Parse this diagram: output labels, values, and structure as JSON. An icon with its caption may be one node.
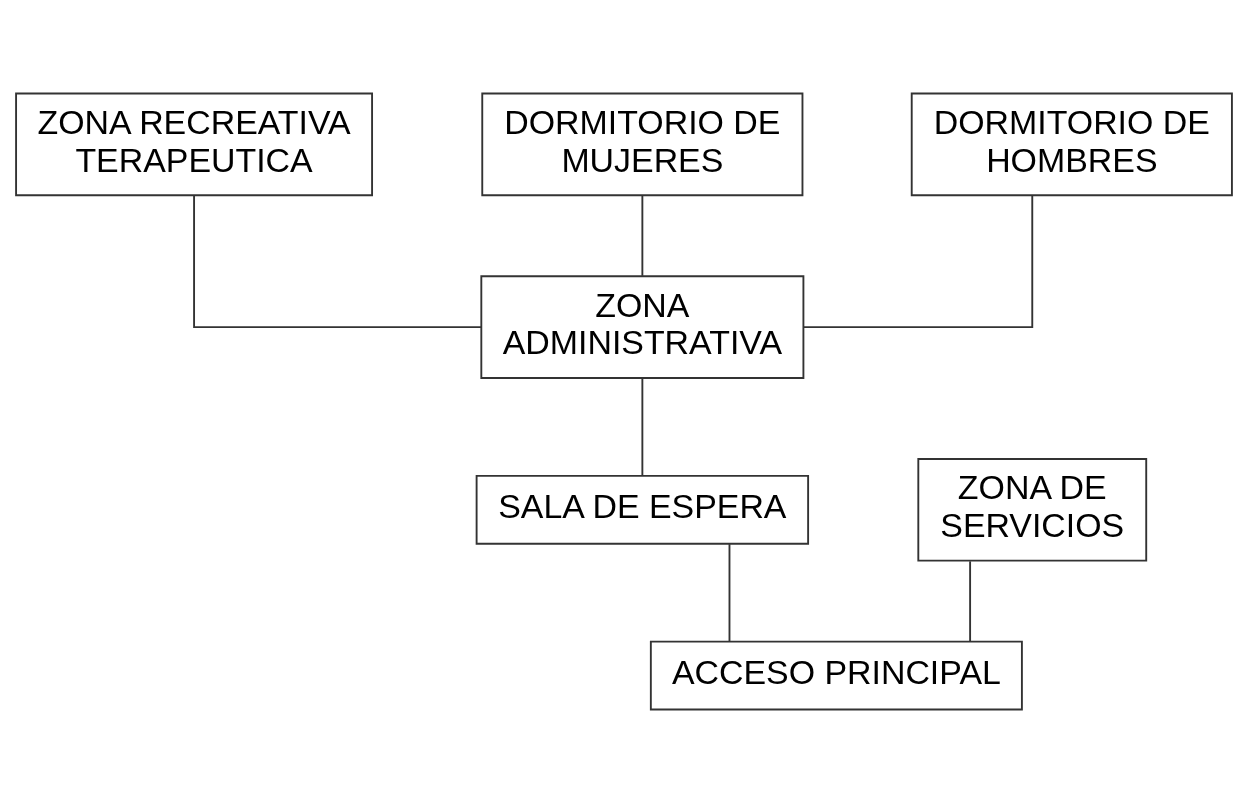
{
  "diagram": {
    "nodes": [
      {
        "text": [
          "ZONA RECREATIVA TERAPEUTICA"
        ]
      },
      {
        "text": [
          "DORMITORIO DE MUJERES"
        ]
      },
      {
        "text": [
          "DORMITORIO DE HOMBRES"
        ]
      },
      {
        "text": [
          "ZONA ADMINISTRATIVA"
        ]
      },
      {
        "text": [
          "ZONA DE SERVICIOS"
        ]
      },
      {
        "text": [
          "SALA DE ESPERA"
        ]
      },
      {
        "text": [
          "ACCESO PRINCIPAL"
        ]
      }
    ],
    "edges": [
      {
        "from": 0,
        "to": 3,
        "arrow": "none"
      },
      {
        "from": 1,
        "to": 3,
        "arrow": "none"
      },
      {
        "from": 2,
        "to": 3,
        "arrow": "none"
      },
      {
        "from": 3,
        "to": 5,
        "arrow": "none"
      },
      {
        "from": 5,
        "to": 6,
        "arrow": "none"
      },
      {
        "from": 4,
        "to": 6,
        "arrow": "none"
      }
    ]
  }
}
